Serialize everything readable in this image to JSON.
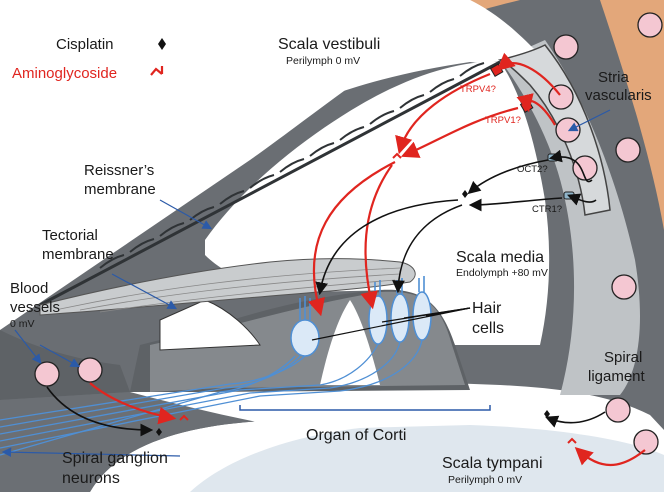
{
  "legend": {
    "cisplatin": "Cisplatin",
    "aminoglycoside": "Aminoglycoside"
  },
  "labels": {
    "scala_vestibuli": "Scala vestibuli",
    "scala_vestibuli_potential": "Perilymph 0 mV",
    "stria_line1": "Stria",
    "stria_line2": "vascularis",
    "trpv4": "TRPV4?",
    "trpv1": "TRPV1?",
    "oct2": "OCT2?",
    "ctr1": "CTR1?",
    "reissner_line1": "Reissner’s",
    "reissner_line2": "membrane",
    "tectorial_line1": "Tectorial",
    "tectorial_line2": "membrane",
    "scala_media": "Scala media",
    "scala_media_potential": "Endolymph +80 mV",
    "blood_line1": "Blood",
    "blood_line2": "vessels",
    "blood_potential": "0 mV",
    "hair_line1": "Hair",
    "hair_line2": "cells",
    "spiral_lig_line1": "Spiral",
    "spiral_lig_line2": "ligament",
    "organ_of_corti": "Organ of Corti",
    "sgn_line1": "Spiral ganglion",
    "sgn_line2": "neurons",
    "scala_tympani": "Scala tympani",
    "scala_tympani_potential": "Perilymph 0 mV"
  },
  "colors": {
    "bone": "#777b80",
    "dark_tissue": "#5e6266",
    "light_tissue": "#c9ccce",
    "fluid": "#ffffff",
    "outer_bone": "#e3a77a",
    "stria": "#d6d9db",
    "aminoglycoside": "#e0251f",
    "leader_line": "#2b5aa8",
    "neuron": "#4f8fd4",
    "vessel": "#f4c7d2"
  }
}
